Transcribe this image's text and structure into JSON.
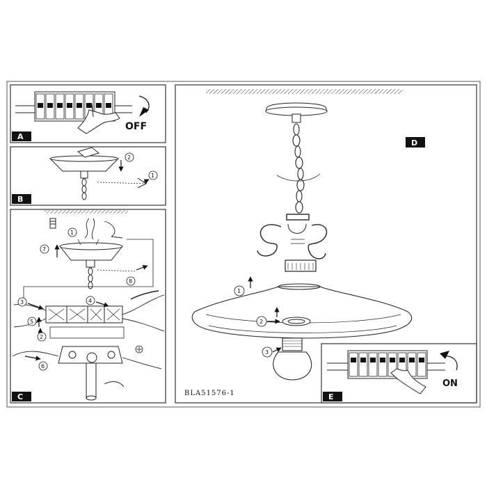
{
  "panels": {
    "a": {
      "label": "A",
      "action": "OFF"
    },
    "b": {
      "label": "B",
      "steps": [
        "2",
        "1"
      ]
    },
    "c": {
      "label": "C",
      "steps": [
        "1",
        "7",
        "8",
        "3",
        "4",
        "5",
        "2",
        "6"
      ]
    },
    "d": {
      "label": "D",
      "steps": [
        "1",
        "2",
        "3"
      ],
      "model": "BLA51576-1"
    },
    "e": {
      "label": "E",
      "action": "ON"
    }
  }
}
